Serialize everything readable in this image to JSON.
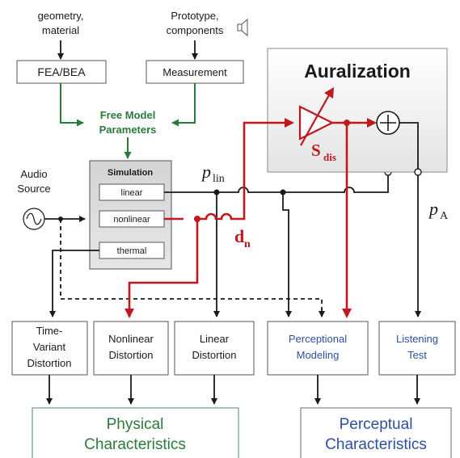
{
  "inputs": {
    "geometry": [
      "geometry,",
      "material"
    ],
    "prototype": [
      "Prototype,",
      "components"
    ]
  },
  "boxes": {
    "fea": "FEA/BEA",
    "measurement": "Measurement",
    "free_model": [
      "Free Model",
      "Parameters"
    ],
    "simulation_title": "Simulation",
    "linear": "linear",
    "nonlinear": "nonlinear",
    "thermal": "thermal",
    "auralization": "Auralization"
  },
  "audio_source": [
    "Audio",
    "Source"
  ],
  "symbols": {
    "p_lin": "p",
    "p_lin_sub": "lin",
    "p_a": "p",
    "p_a_sub": "A",
    "d": "d",
    "d_sub": "n",
    "s": "S",
    "s_sub": "dis"
  },
  "analysis": {
    "time_variant": [
      "Time-",
      "Variant",
      "Distortion"
    ],
    "nonlinear": [
      "Nonlinear",
      "Distortion"
    ],
    "linear": [
      "Linear",
      "Distortion"
    ],
    "perceptional": [
      "Perceptional",
      "Modeling"
    ],
    "listening": [
      "Listening",
      "Test"
    ]
  },
  "characteristics": {
    "physical": [
      "Physical",
      "Characteristics"
    ],
    "perceptual": [
      "Perceptual",
      "Characteristics"
    ]
  },
  "colors": {
    "red_path": "#c0181e",
    "green_path": "#2a7a3a",
    "blue_text": "#2e4fa0"
  }
}
